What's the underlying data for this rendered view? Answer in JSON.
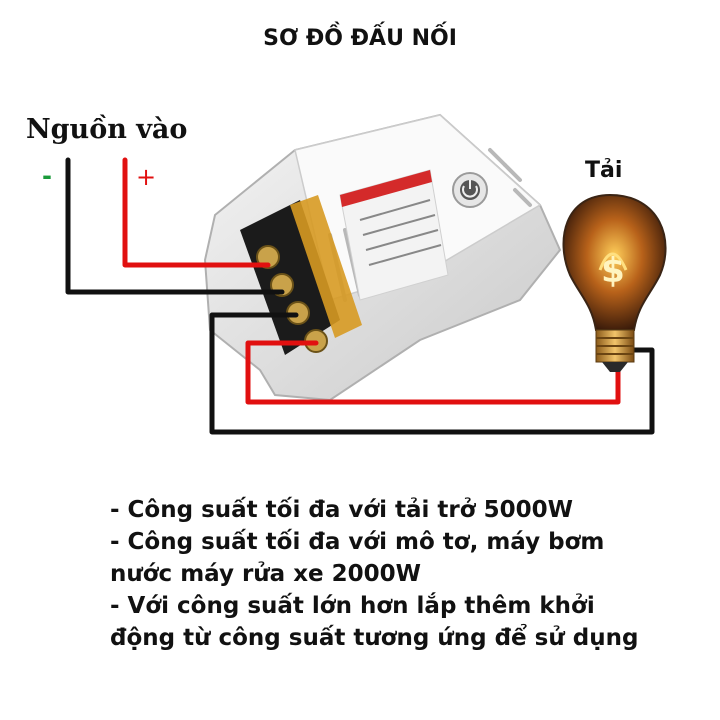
{
  "title": "SƠ ĐỒ ĐẤU NỐI",
  "source": {
    "label": "Nguồn vào",
    "minus": "-",
    "plus": "+"
  },
  "load": {
    "label": "Tải"
  },
  "colors": {
    "positive_wire": "#e11010",
    "negative_wire": "#111111",
    "minus_sign": "#1a9a3a",
    "plus_sign": "#e11010"
  },
  "notes": [
    "- Công suất tối đa với tải trở 5000W",
    "- Công suất tối đa với mô tơ, máy bơm",
    "nước máy rửa xe 2000W",
    "- Với công suất lớn hơn lắp thêm khởi",
    "động từ công suất tương ứng để sử dụng"
  ]
}
